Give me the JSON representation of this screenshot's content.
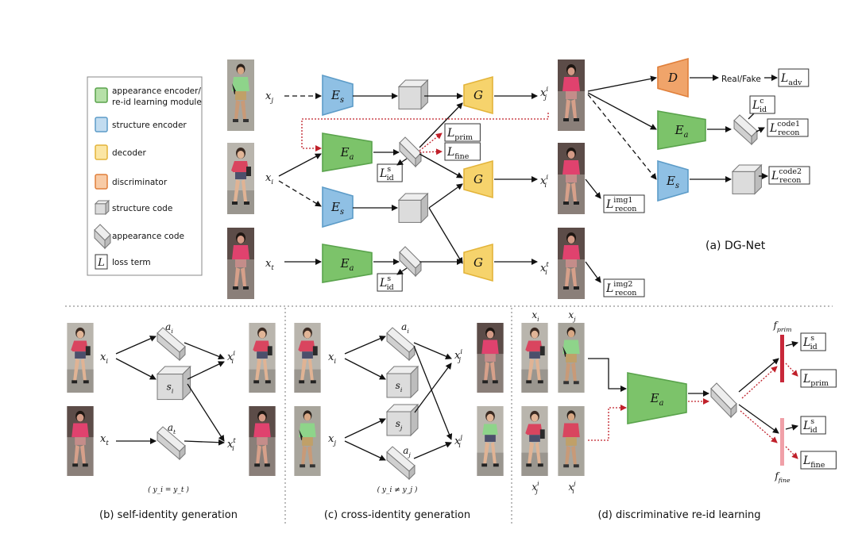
{
  "legend": {
    "items": [
      {
        "key": "appearance",
        "lines": [
          "appearance encoder/",
          "re-id learning module"
        ],
        "color": "#7cc36a"
      },
      {
        "key": "structure",
        "lines": [
          "structure encoder"
        ],
        "color": "#9cc7e6"
      },
      {
        "key": "decoder",
        "lines": [
          "decoder"
        ],
        "color": "#f6d36c"
      },
      {
        "key": "discriminator",
        "lines": [
          "discriminator"
        ],
        "color": "#f0a46a"
      },
      {
        "key": "structure_code",
        "lines": [
          "structure code"
        ]
      },
      {
        "key": "appearance_code",
        "lines": [
          "appearance code"
        ]
      },
      {
        "key": "loss",
        "lines": [
          "loss term"
        ],
        "symbol": "L"
      }
    ]
  },
  "colors": {
    "appearance": "#7cc36a",
    "structure": "#8fc0e4",
    "decoder": "#f6d36c",
    "discriminator": "#f0a46a",
    "code": "#d8d8d8",
    "red_dotted": "#c0202a",
    "f_prim_bar": "#c8283a",
    "f_fine_bar": "#f0a0a8",
    "person_shirt_pink": "#d9455f",
    "person_shirt_green": "#8ed48a"
  },
  "panel_a": {
    "caption": "(a) DG-Net",
    "inputs": {
      "xj": "x_j",
      "xi": "x_i",
      "xt": "x_t"
    },
    "modules": {
      "Es": "E_s",
      "Ea": "E_a",
      "G": "G",
      "D": "D"
    },
    "real_fake": "Real/Fake",
    "outputs": {
      "xji": "x_j^i",
      "xii": "x_i^i",
      "xit": "x_i^t"
    },
    "losses": {
      "prim": "L_prim",
      "fine": "L_fine",
      "id_s": "L_id^s",
      "recon_img1": "L_recon^img1",
      "recon_img2": "L_recon^img2",
      "adv": "L_adv",
      "id_c": "L_id^c",
      "recon_code1": "L_recon^code1",
      "recon_code2": "L_recon^code2"
    }
  },
  "panel_b": {
    "caption": "(b)  self-identity generation",
    "constraint": "( y_i = y_t )",
    "labels": {
      "xi": "x_i",
      "xt": "x_t",
      "ai": "a_i",
      "si": "s_i",
      "at": "a_t",
      "xii": "x_i^i",
      "xit": "x_i^t"
    }
  },
  "panel_c": {
    "caption": "(c)  cross-identity generation",
    "constraint": "( y_i ≠ y_j )",
    "labels": {
      "xi": "x_i",
      "xj": "x_j",
      "ai": "a_i",
      "si": "s_i",
      "sj": "s_j",
      "aj": "a_j",
      "xji": "x_j^i",
      "xij": "x_i^j"
    }
  },
  "panel_d": {
    "caption": "(d)  discriminative re-id learning",
    "labels": {
      "xi": "x_i",
      "xj": "x_j",
      "xji": "x_j^i",
      "xij": "x_i^j",
      "Ea": "E_a",
      "fprim": "f_prim",
      "ffine": "f_fine",
      "Lid": "L_id^s",
      "Lprim": "L_prim",
      "Lfine": "L_fine"
    }
  }
}
